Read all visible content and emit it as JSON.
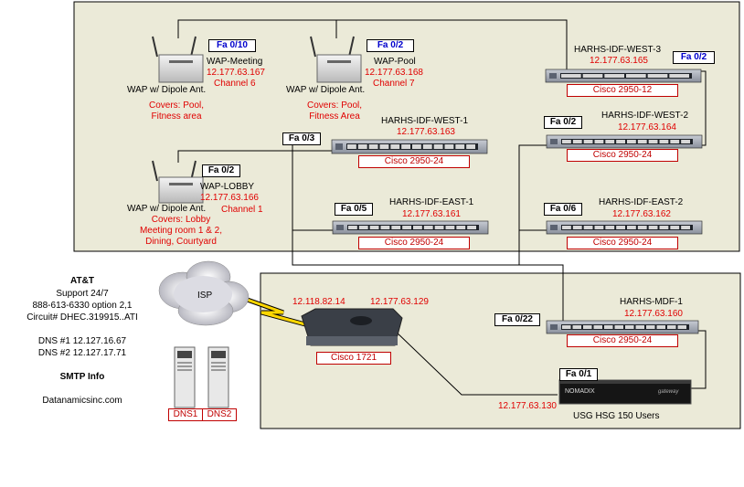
{
  "waps": {
    "meeting": {
      "port": "Fa 0/10",
      "name": "WAP-Meeting",
      "ip": "12.177.63.167",
      "channel": "Channel 6",
      "label": "WAP w/ Dipole Ant.",
      "covers": [
        "Covers: Pool,",
        "Fitness area"
      ]
    },
    "pool": {
      "port": "Fa 0/2",
      "name": "WAP-Pool",
      "ip": "12.177.63.168",
      "channel": "Channel 7",
      "label": "WAP w/ Dipole Ant.",
      "covers": [
        "Covers: Pool,",
        "Fitness Area"
      ]
    },
    "lobby": {
      "port": "Fa 0/2",
      "name": "WAP-LOBBY",
      "ip": "12.177.63.166",
      "channel": "Channel 1",
      "label": "WAP w/ Dipole Ant.",
      "covers": [
        "Covers: Lobby",
        "Meeting room 1 & 2,",
        "Dining, Courtyard"
      ]
    }
  },
  "switches": {
    "west3": {
      "port": "Fa 0/2",
      "name": "HARHS-IDF-WEST-3",
      "ip": "12.177.63.165",
      "model": "Cisco 2950-12"
    },
    "west2": {
      "port": "Fa 0/2",
      "name": "HARHS-IDF-WEST-2",
      "ip": "12.177.63.164",
      "model": "Cisco 2950-24"
    },
    "west1": {
      "port": "Fa 0/3",
      "name": "HARHS-IDF-WEST-1",
      "ip": "12.177.63.163",
      "model": "Cisco 2950-24"
    },
    "east1": {
      "port": "Fa 0/5",
      "name": "HARHS-IDF-EAST-1",
      "ip": "12.177.63.161",
      "model": "Cisco 2950-24"
    },
    "east2": {
      "port": "Fa 0/6",
      "name": "HARHS-IDF-EAST-2",
      "ip": "12.177.63.162",
      "model": "Cisco 2950-24"
    },
    "mdf1": {
      "port": "Fa 0/22",
      "name": "HARHS-MDF-1",
      "ip": "12.177.63.160",
      "model": "Cisco 2950-24"
    }
  },
  "router": {
    "ip_wan": "12.118.82.14",
    "ip_lan": "12.177.63.129",
    "model": "Cisco 1721"
  },
  "usg": {
    "port": "Fa 0/1",
    "ip": "12.177.63.130",
    "label": "USG HSG 150 Users",
    "brand": "NOMADIX",
    "brand_sub": "gateway"
  },
  "isp": {
    "label": "ISP"
  },
  "att": {
    "title": "AT&T",
    "support": "Support 24/7",
    "phone": "888-613-6330 option 2,1",
    "circuit": "Circuit# DHEC.319915..ATI",
    "dns1": "DNS #1 12.127.16.67",
    "dns2": "DNS #2 12.127.17.71",
    "smtp": "SMTP Info",
    "domain": "Datanamicsinc.com"
  },
  "servers": {
    "dns1": "DNS1",
    "dns2": "DNS2"
  },
  "colors": {
    "zone_fill": "#ebead8",
    "ip_red": "#e00000",
    "port_blue": "#0000cc",
    "link": "#000000",
    "wan_link": "#ffd700"
  }
}
